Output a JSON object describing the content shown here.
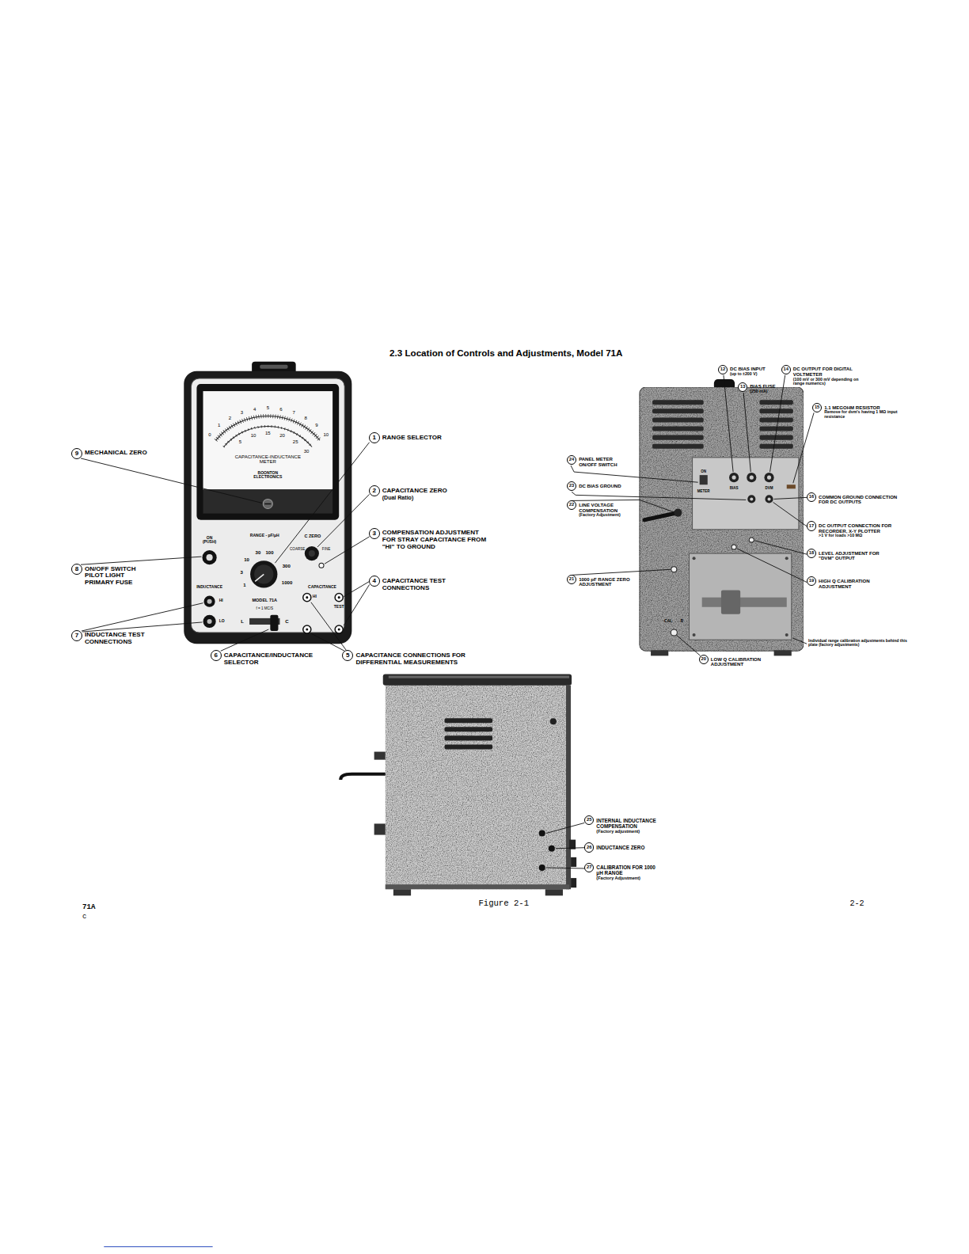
{
  "diagram": {
    "title": "2.3 Location of Controls and Adjustments, Model 71A",
    "caption": "Figure 2-1",
    "nodes": [
      {
        "text": [
          "1",
          "RANGE SELECTOR"
        ]
      },
      {
        "text": [
          "2",
          "CAPACITANCE ZERO",
          "(Dual Ratio)"
        ]
      },
      {
        "text": [
          "3",
          "COMPENSATION ADJUSTMENT FOR STRAY CAPACITANCE FROM \"HI\" TO GROUND"
        ]
      },
      {
        "text": [
          "4",
          "CAPACITANCE TEST CONNECTIONS"
        ]
      },
      {
        "text": [
          "5",
          "CAPACITANCE CONNECTIONS FOR DIFFERENTIAL MEASUREMENTS"
        ]
      },
      {
        "text": [
          "6",
          "CAPACITANCE/INDUCTANCE SELECTOR"
        ]
      },
      {
        "text": [
          "7",
          "INDUCTANCE TEST CONNECTIONS"
        ]
      },
      {
        "text": [
          "8",
          "ON/OFF SWITCH PILOT LIGHT PRIMARY FUSE"
        ]
      },
      {
        "text": [
          "9",
          "MECHANICAL ZERO"
        ]
      },
      {
        "text": [
          "12",
          "DC BIAS INPUT",
          "(up to ±200 V)"
        ]
      },
      {
        "text": [
          "13",
          "BIAS FUSE",
          "(250 mA)"
        ]
      },
      {
        "text": [
          "14",
          "DC OUTPUT FOR DIGITAL VOLTMETER",
          "(100 mV or 300 mV depending on range numerics)"
        ]
      },
      {
        "text": [
          "15",
          "1.1 MEGOHM RESISTOR",
          "Remove for dvm's having 1 MΩ input resistance"
        ]
      },
      {
        "text": [
          "16",
          "COMMON GROUND CONNECTION FOR DC OUTPUTS"
        ]
      },
      {
        "text": [
          "17",
          "DC OUTPUT CONNECTION FOR RECORDER, X-Y PLOTTER",
          ">1 V for loads >10 MΩ"
        ]
      },
      {
        "text": [
          "18",
          "LEVEL ADJUSTMENT FOR \"DVM\" OUTPUT"
        ]
      },
      {
        "text": [
          "19",
          "HIGH Q CALIBRATION ADJUSTMENT"
        ]
      },
      {
        "text": [
          "20",
          "LOW Q CALIBRATION ADJUSTMENT"
        ]
      },
      {
        "text": [
          "21",
          "1000 pF RANGE ZERO ADJUSTMENT"
        ]
      },
      {
        "text": [
          "22",
          "LINE VOLTAGE COMPENSATION",
          "(Factory Adjustment)"
        ]
      },
      {
        "text": [
          "23",
          "DC BIAS GROUND"
        ]
      },
      {
        "text": [
          "24",
          "PANEL METER ON/OFF SWITCH"
        ]
      },
      {
        "text": [
          "25",
          "INTERNAL INDUCTANCE COMPENSATION",
          "(Factory adjustment)"
        ]
      },
      {
        "text": [
          "26",
          "INDUCTANCE ZERO"
        ]
      },
      {
        "text": [
          "27",
          "CALIBRATION FOR 1000 μH RANGE",
          "(Factory Adjustment)"
        ]
      }
    ],
    "labels": [
      "0",
      "1",
      "2",
      "3",
      "4",
      "5",
      "6",
      "7",
      "8",
      "9",
      "10",
      "5",
      "10",
      "15",
      "20",
      "25",
      "30",
      "CAPACITANCE-INDUCTANCE METER",
      "BOONTON ELECTRONICS",
      "ON (PUSH)",
      "RANGE - pF/μH",
      "1",
      "3",
      "10",
      "30",
      "100",
      "300",
      "1000",
      "C ZERO",
      "COARSE",
      "FINE",
      "INDUCTANCE",
      "HI",
      "LO",
      "CAPACITANCE",
      "HI",
      "TEST",
      "MODEL 71A",
      "f = 1 MC/S",
      "L",
      "C",
      "METER",
      "ON",
      "BIAS",
      "DVM",
      "CAL",
      "R",
      "Individual range calibration adjustments behind this plate (factory adjustments)",
      "71A",
      "c",
      "2-2"
    ]
  }
}
